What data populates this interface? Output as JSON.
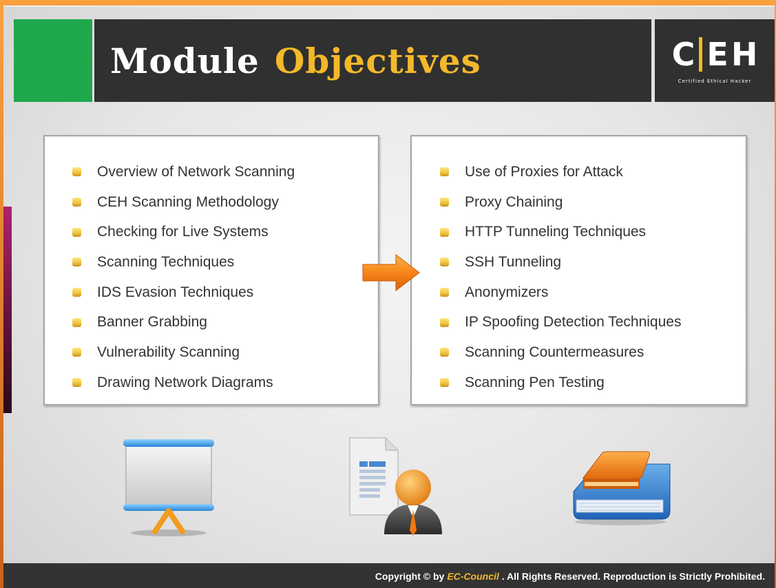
{
  "title": {
    "part1": "Module",
    "part2": "Objectives"
  },
  "logo": {
    "letters": [
      "C",
      "E",
      "H"
    ],
    "tagline": "Certified   Ethical   Hacker"
  },
  "left_list": {
    "items": [
      "Overview of Network Scanning",
      "CEH Scanning Methodology",
      "Checking for Live Systems",
      "Scanning Techniques",
      "IDS Evasion Techniques",
      "Banner Grabbing",
      "Vulnerability Scanning",
      "Drawing Network Diagrams"
    ]
  },
  "right_list": {
    "items": [
      "Use of Proxies for Attack",
      "Proxy Chaining",
      "HTTP Tunneling Techniques",
      "SSH Tunneling",
      "Anonymizers",
      "IP Spoofing Detection Techniques",
      "Scanning Countermeasures",
      "Scanning Pen Testing"
    ]
  },
  "icons": [
    "projection-screen-icon",
    "user-document-icon",
    "book-icon",
    "arrow-right-icon"
  ],
  "footer": {
    "prefix": "Copyright © by",
    "brand": "EC-Council",
    "suffix": ". All Rights Reserved. Reproduction is Strictly Prohibited."
  },
  "colors": {
    "accent": "#f4b82a",
    "green": "#1fa84c",
    "dark": "#303030"
  }
}
